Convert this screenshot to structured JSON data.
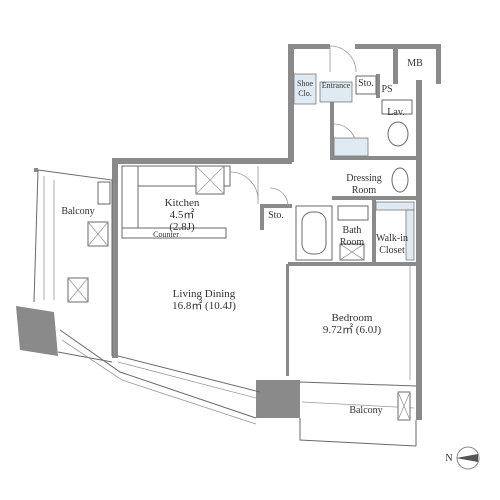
{
  "rooms": {
    "mb": "MB",
    "shoe_clo_line1": "Shoe",
    "shoe_clo_line2": "Clo.",
    "entrance": "Entrance",
    "sto_entry": "Sto.",
    "ps": "PS",
    "lav": "Lav.",
    "dressing_line1": "Dressing",
    "dressing_line2": "Room",
    "kitchen_name": "Kitchen",
    "kitchen_area": "4.5㎡",
    "kitchen_jo": "(2.8J)",
    "counter": "Counter",
    "sto_hall": "Sto.",
    "bath_line1": "Bath",
    "bath_line2": "Room",
    "walkin_line1": "Walk-in",
    "walkin_line2": "Closet",
    "balcony_west": "Balcony",
    "living_name": "Living Dining",
    "living_area": "16.8㎡ (10.4J)",
    "bedroom_name": "Bedroom",
    "bedroom_area": "9.72㎡ (6.0J)",
    "balcony_south": "Balcony"
  },
  "compass": {
    "letter": "N"
  },
  "colors": {
    "wall": "#8a8a8a",
    "line": "#6a6a6a",
    "closet": "#dfeaf3"
  }
}
